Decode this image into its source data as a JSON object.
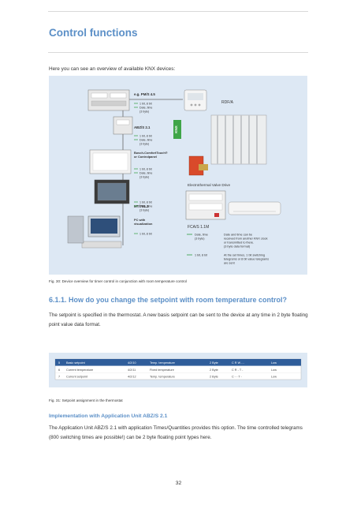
{
  "page": {
    "title": "Control functions",
    "intro": "Here you can see an overview of available KNX devices:",
    "page_number": "32"
  },
  "figure30": {
    "devices": {
      "pm": "e.g. PM/S 4.5",
      "abz": "ABZ/S 2.1",
      "busch": "Busch-ComfortTouch®\nor Controlpanel",
      "mt": "MT/701.2",
      "pc": "PC with\nvisualization",
      "rdf": "RDF/A",
      "valve": "Electrothermal Valve Drive",
      "fca": "FCA/S 1.1M",
      "knx_logo": "KNX"
    },
    "telegrams": {
      "bit1": "1 bit, 8 bit",
      "data": "Date, time",
      "bytes": "(3 byte)"
    },
    "legend": {
      "date_label": "Date, time\n(3 byte)",
      "date_text": "Date and time can be\nreceived from another KNX clock\nor transmitted to there.\n(3 byte data format)",
      "bit_label": "1 bit, 8 bit",
      "bit_text": "At the set times, 1 bit switching\ntelegrams or 8 bit value telegrams\nare sent"
    },
    "caption": "Fig. 30: Device overview for timer control in conjunction with room temperature control"
  },
  "section": {
    "heading": "6.1.1.  How do you change the setpoint with room temperature control?",
    "para": "The setpoint is specified in the thermostat. A new basis setpoint can be sent to the device at any time in 2 byte floating point value data format."
  },
  "figure31": {
    "rows": [
      {
        "no": "5",
        "name": "Basic setpoint",
        "addr": "4/2/10",
        "func": "Temp. temperature",
        "size": "2 Byte",
        "flags": "C  R  W  -  -",
        "prio": "Low"
      },
      {
        "no": "6",
        "name": "Current temperature",
        "addr": "4/2/11",
        "func": "Fixed temperature",
        "size": "2 Byte",
        "flags": "C  R  -  T  -",
        "prio": "Low"
      },
      {
        "no": "7",
        "name": "Current setpoint",
        "addr": "4/2/12",
        "func": "Temp. temperature",
        "size": "2 Byte",
        "flags": "C  -  -  T  -",
        "prio": "Low"
      }
    ],
    "caption": "Fig. 31: Setpoint assignment in the thermostat"
  },
  "subsection": {
    "heading": "Implementation with Application Unit ABZ/S 2.1",
    "para": "The Application Unit ABZ/S 2.1 with application Times/Quantities provides this option. The time controlled telegrams (800 switching times are possible!) can be 2 byte floating point types here."
  },
  "colors": {
    "accent": "#5b8fc7",
    "figure_bg": "#dde8f4",
    "arrow_green": "#2e9e3e",
    "knx_green": "#3fa548"
  }
}
